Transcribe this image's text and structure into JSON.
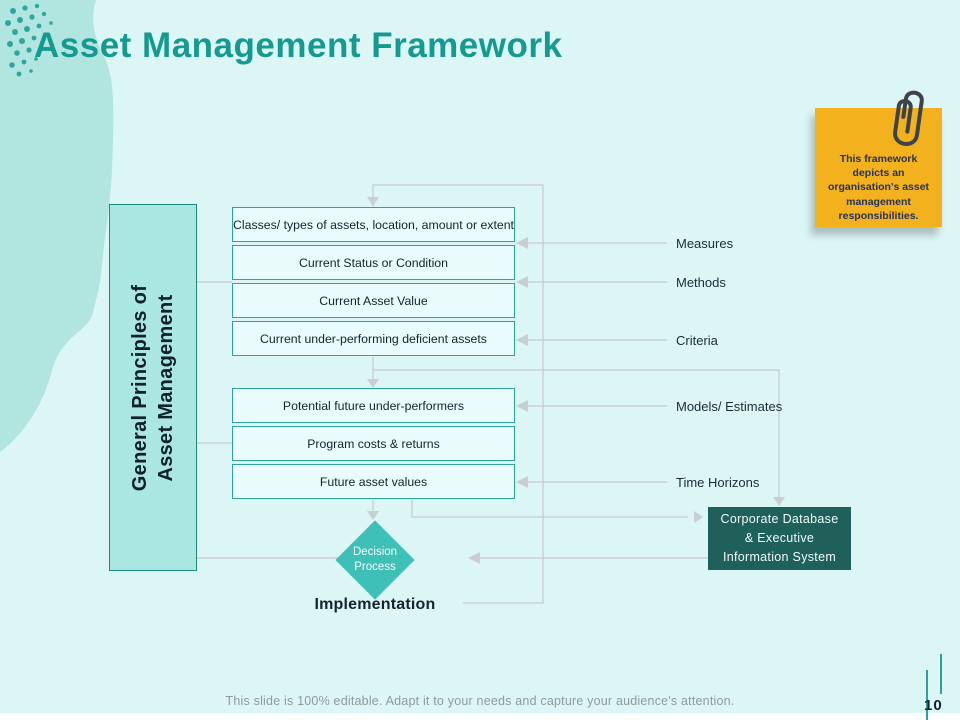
{
  "slide": {
    "title": "Asset Management Framework",
    "footer": "This slide is 100% editable. Adapt it to your needs and capture your audience's attention.",
    "page_number": "10"
  },
  "note": {
    "text": "This framework depicts an organisation's asset management responsibilities.",
    "icon": "paperclip-icon",
    "fill_color": "#f3b11d",
    "text_color": "#243455"
  },
  "diagram": {
    "left_panel": {
      "line1": "General Principles of",
      "line2": "Asset Management"
    },
    "boxes": [
      "Classes/ types of assets, location, amount or extent",
      "Current Status or Condition",
      "Current Asset Value",
      "Current under-performing deficient assets",
      "Potential future under-performers",
      "Program costs & returns",
      "Future asset values"
    ],
    "right_labels": [
      "Measures",
      "Methods",
      "Criteria",
      "Models/ Estimates",
      "Time Horizons"
    ],
    "decision": {
      "line1": "Decision",
      "line2": "Process"
    },
    "implementation_label": "Implementation",
    "database": {
      "line1": "Corporate Database",
      "line2": "& Executive",
      "line3": "Information System"
    }
  },
  "colors": {
    "background": "#dcf6f5",
    "corner_blob": "#b0e6df",
    "title_teal": "#149a90",
    "box_fill": "#e9fcfb",
    "box_border": "#2ba49b",
    "left_panel_fill": "#abe7e1",
    "diamond_fill": "#3ec0b7",
    "database_fill": "#20605b",
    "connector_gray": "#c5cbcb",
    "accent_teal": "#2aa29a"
  }
}
